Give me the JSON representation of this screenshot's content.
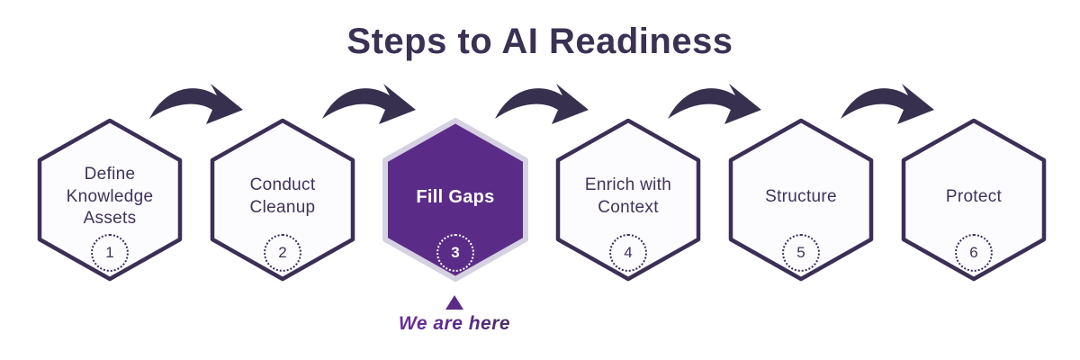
{
  "title": "Steps to AI Readiness",
  "steps": [
    {
      "number": "1",
      "label": "Define Knowledge Assets",
      "active": false
    },
    {
      "number": "2",
      "label": "Conduct Cleanup",
      "active": false
    },
    {
      "number": "3",
      "label": "Fill Gaps",
      "active": true
    },
    {
      "number": "4",
      "label": "Enrich with Context",
      "active": false
    },
    {
      "number": "5",
      "label": "Structure",
      "active": false
    },
    {
      "number": "6",
      "label": "Protect",
      "active": false
    }
  ],
  "marker": {
    "label": "We are here"
  },
  "colors": {
    "title_ink": "#3a3153",
    "hex_border": "#3b2f56",
    "hex_fill": "#fcfbfe",
    "active_fill": "#5b2c87",
    "active_border": "#d6d1e2",
    "arrow": "#37304e",
    "marker_purple": "#5b2c87"
  }
}
